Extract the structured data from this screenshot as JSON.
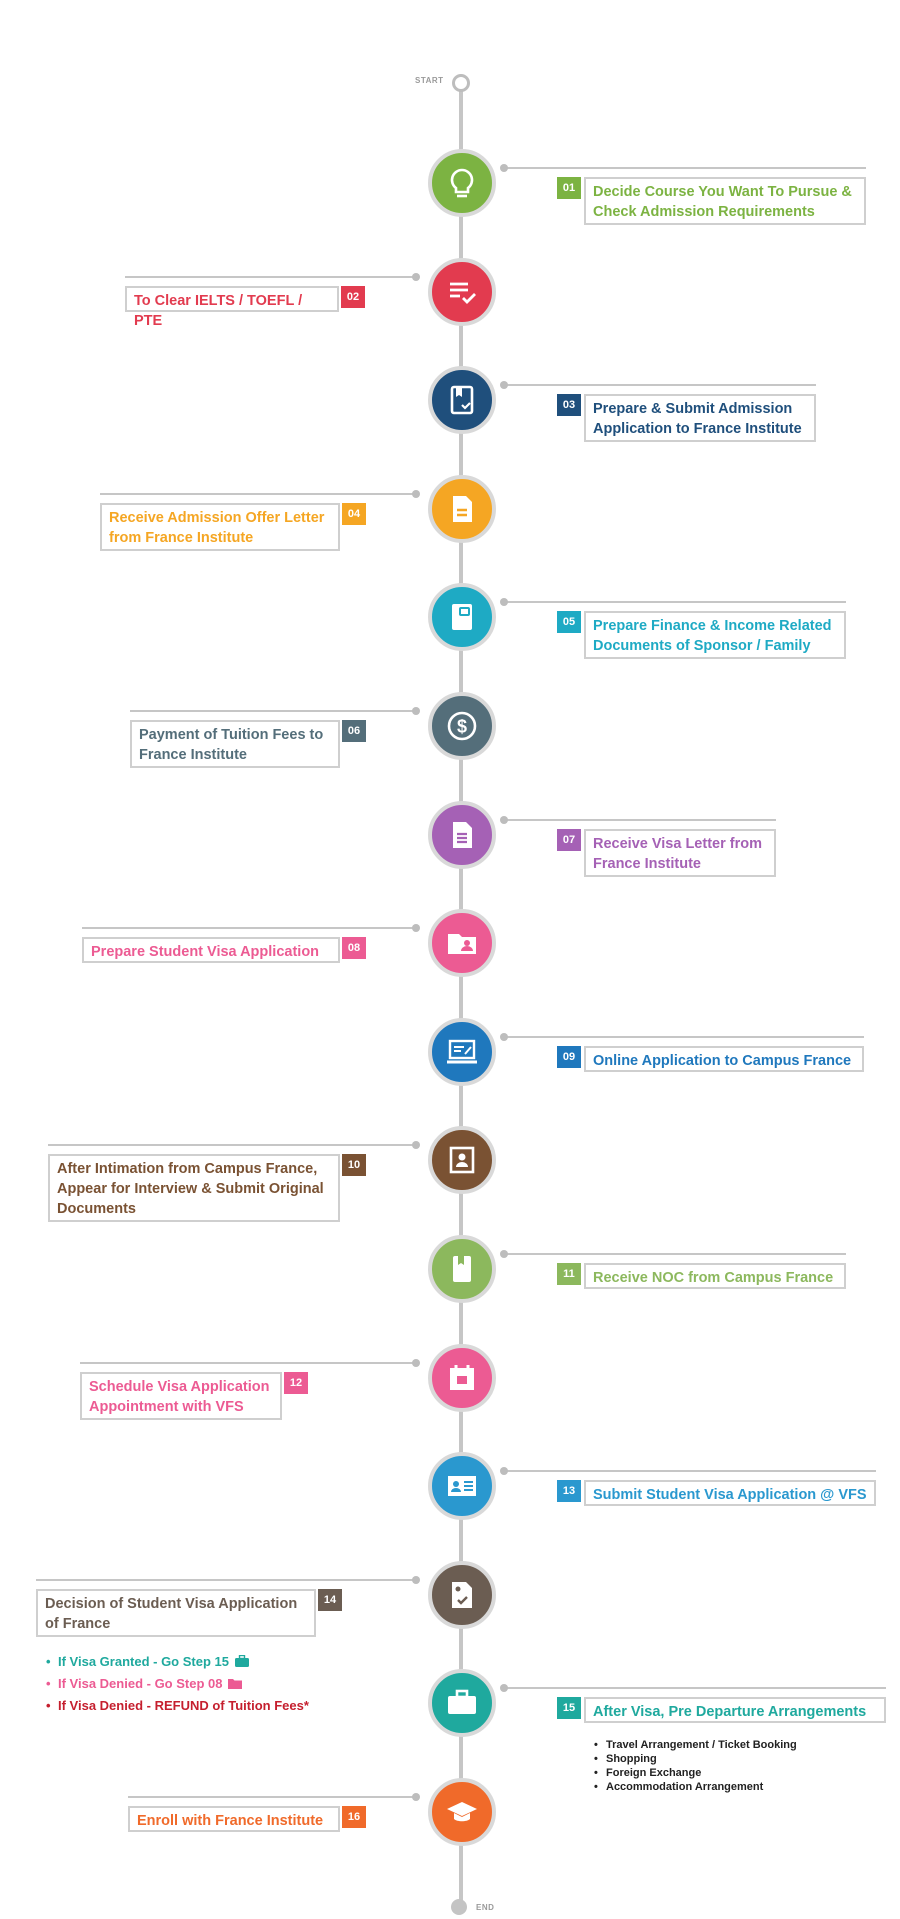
{
  "start_label": "START",
  "end_label": "END",
  "steps": [
    {
      "num": "01",
      "text": "Decide Course You Want To Pursue & Check Admission Requirements",
      "color": "#7cb342",
      "icon": "lightbulb-icon"
    },
    {
      "num": "02",
      "text": "To Clear IELTS / TOEFL / PTE",
      "color": "#e23b4f",
      "icon": "checklist-icon"
    },
    {
      "num": "03",
      "text": "Prepare & Submit Admission Application to France Institute",
      "color": "#1f4f7c",
      "icon": "bookmark-doc-icon"
    },
    {
      "num": "04",
      "text": "Receive Admission Offer Letter from France Institute",
      "color": "#f5a623",
      "icon": "document-icon"
    },
    {
      "num": "05",
      "text": "Prepare Finance & Income Related Documents of Sponsor / Family",
      "color": "#1eaac4",
      "icon": "wallet-icon"
    },
    {
      "num": "06",
      "text": "Payment of Tuition Fees to France Institute",
      "color": "#546e7a",
      "icon": "dollar-icon"
    },
    {
      "num": "07",
      "text": "Receive Visa Letter from France Institute",
      "color": "#a561b5",
      "icon": "letter-icon"
    },
    {
      "num": "08",
      "text": "Prepare Student Visa Application",
      "color": "#ec5b93",
      "icon": "folder-user-icon"
    },
    {
      "num": "09",
      "text": "Online Application to Campus France",
      "color": "#1f78bd",
      "icon": "laptop-icon"
    },
    {
      "num": "10",
      "text": "After Intimation from Campus France, Appear for Interview & Submit Original Documents",
      "color": "#7a5233",
      "icon": "id-frame-icon"
    },
    {
      "num": "11",
      "text": "Receive NOC from Campus France",
      "color": "#8cb85d",
      "icon": "noc-icon"
    },
    {
      "num": "12",
      "text": "Schedule Visa Application Appointment with VFS",
      "color": "#ec5b93",
      "icon": "calendar-icon"
    },
    {
      "num": "13",
      "text": "Submit Student Visa Application @ VFS",
      "color": "#2a98cf",
      "icon": "id-card-icon"
    },
    {
      "num": "14",
      "text": "Decision of Student Visa Application of France",
      "color": "#6b5d52",
      "icon": "decision-doc-icon"
    },
    {
      "num": "15",
      "text": "After Visa, Pre Departure Arrangements",
      "color": "#1fa99e",
      "icon": "briefcase-icon"
    },
    {
      "num": "16",
      "text": "Enroll with France Institute",
      "color": "#f06a2a",
      "icon": "graduation-cap-icon"
    }
  ],
  "decision_outcomes": [
    {
      "text": "If Visa Granted - Go Step 15",
      "color": "#1fa99e",
      "icon": "briefcase-icon"
    },
    {
      "text": "If Visa Denied - Go Step 08",
      "color": "#ec5b93",
      "icon": "folder-icon"
    },
    {
      "text": "If Visa Denied - REFUND of Tuition Fees*",
      "color": "#c51f2e",
      "icon": ""
    }
  ],
  "pre_departure_items": [
    "Travel Arrangement / Ticket Booking",
    "Shopping",
    "Foreign Exchange",
    "Accommodation Arrangement"
  ]
}
